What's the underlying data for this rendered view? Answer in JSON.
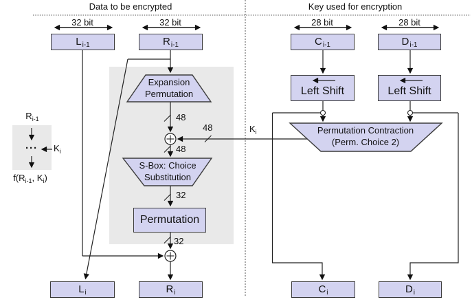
{
  "section_headers": {
    "data": "Data to be encrypted",
    "key": "Key used for encryption"
  },
  "bit_labels": {
    "l_prev": "32 bit",
    "r_prev": "32 bit",
    "c_prev": "28 bit",
    "d_prev": "28 bit"
  },
  "registers": {
    "l_prev": {
      "main": "L",
      "sub": "i-1"
    },
    "r_prev": {
      "main": "R",
      "sub": "i-1"
    },
    "c_prev": {
      "main": "C",
      "sub": "i-1"
    },
    "d_prev": {
      "main": "D",
      "sub": "i-1"
    },
    "l_next": {
      "main": "L",
      "sub": "i"
    },
    "r_next": {
      "main": "R",
      "sub": "i"
    },
    "c_next": {
      "main": "C",
      "sub": "i"
    },
    "d_next": {
      "main": "D",
      "sub": "i"
    }
  },
  "blocks": {
    "expansion_line1": "Expansion",
    "expansion_line2": "Permutation",
    "sbox_line1": "S-Box: Choice",
    "sbox_line2": "Substitution",
    "permutation": "Permutation",
    "left_shift_c": "Left Shift",
    "left_shift_d": "Left Shift",
    "perm_contraction_line1": "Permutation Contraction",
    "perm_contraction_line2": "(Perm. Choice 2)"
  },
  "wire_labels": {
    "expansion_out": "48",
    "key_wire": "48",
    "xor_out": "48",
    "sbox_out": "32",
    "perm_out": "32",
    "key": {
      "main": "K",
      "sub": "i"
    }
  },
  "inset": {
    "input": {
      "main": "R",
      "sub": "i-1"
    },
    "dots": "···",
    "key": {
      "main": "K",
      "sub": "i"
    },
    "output_p1": "f(R",
    "output_sub1": "i-1",
    "output_p2": ", K",
    "output_sub2": "i",
    "output_p3": ")"
  }
}
